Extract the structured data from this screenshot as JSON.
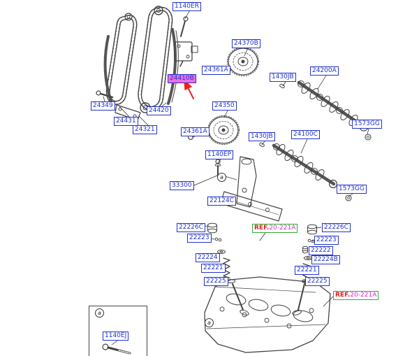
{
  "colors": {
    "label_border": "#2233cc",
    "label_text": "#2233cc",
    "highlight_bg": "#ee6fe0",
    "ref_border": "#33aa33",
    "ref_prefix_color": "#dd2222",
    "ref_code_color": "#cc33cc",
    "arrow_color": "#ee2222"
  },
  "marker": "a",
  "labels": [
    "1140ER",
    "24370B",
    "24361A",
    "24410B",
    "1430JB",
    "24200A",
    "24349",
    "24420",
    "24431",
    "24321",
    "24350",
    "24361A",
    "1573GG",
    "1430JB",
    "24100C",
    "1140EP",
    "33300",
    "1573GG",
    "22124C",
    "22226C",
    "22223",
    "22224",
    "22221",
    "22225",
    "22226C",
    "22223",
    "22222",
    "22224B",
    "22221",
    "22225",
    "1140EJ"
  ],
  "refs": [
    {
      "prefix": "REF.",
      "code": "20-221A"
    },
    {
      "prefix": "REF.",
      "code": "20-221A"
    }
  ]
}
